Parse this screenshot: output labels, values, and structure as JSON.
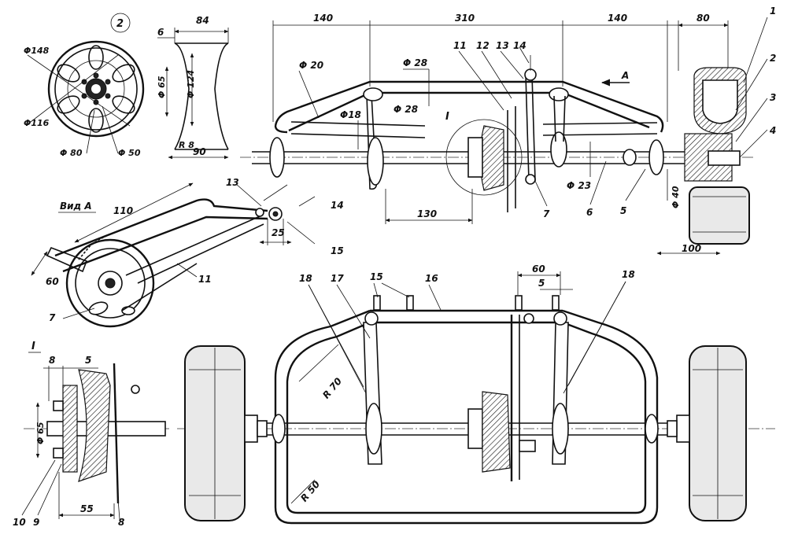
{
  "view_labels": {
    "circle_number": "2",
    "view_a": "Вид А",
    "section_i": "I",
    "section_i_marker": "I"
  },
  "dimensions": {
    "top_140_left": "140",
    "top_310": "310",
    "top_140_right": "140",
    "top_80": "80",
    "d20": "Φ 20",
    "d28_a": "Φ 28",
    "d28_b": "Φ 28",
    "d18": "Φ18",
    "d23": "Φ 23",
    "d40": "Φ 40",
    "dim_130": "130",
    "dim_100": "100",
    "wheel_84": "84",
    "wheel_6": "6",
    "wheel_d65": "Φ 65",
    "wheel_d124": "Φ 124",
    "wheel_r8": "R 8",
    "wheel_90": "90",
    "hub_d148": "Φ148",
    "hub_d116": "Φ116",
    "hub_d80": "Φ 80",
    "hub_d50": "Φ 50",
    "arm_110": "110",
    "arm_60": "60",
    "arm_25": "25",
    "sec_8": "8",
    "sec_5": "5",
    "sec_d65": "Φ 65",
    "sec_55": "55",
    "plan_60": "60",
    "plan_5": "5",
    "plan_r70": "R 70",
    "plan_r50": "R 50"
  },
  "part_numbers": {
    "p1": "1",
    "p2": "2",
    "p3": "3",
    "p4": "4",
    "p5": "5",
    "p6": "6",
    "p7a": "7",
    "p11a": "11",
    "p12": "12",
    "p13a": "13",
    "p14a": "14",
    "p13b": "13",
    "p14b": "14",
    "p15a": "15",
    "p11b": "11",
    "p7b": "7",
    "p15b": "15",
    "p16": "16",
    "p17": "17",
    "p18a": "18",
    "p18b": "18",
    "p10": "10",
    "p9": "9",
    "p8": "8",
    "arrow_a": "А"
  }
}
